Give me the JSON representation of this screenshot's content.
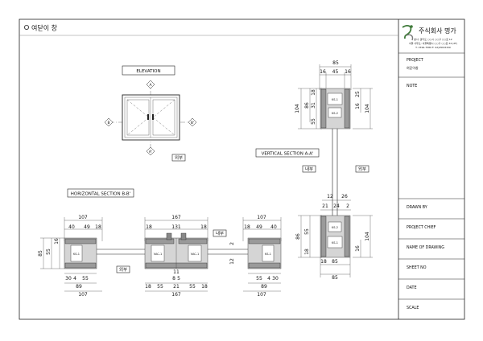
{
  "sheet": {
    "title": "여닫이 창",
    "views": {
      "elevation": "ELEVATION",
      "vertical": "VERTICAL SECTION A-A'",
      "horizontal": "HORIZONTAL SECTION B-B'"
    },
    "side_labels": {
      "outside": "외부",
      "inside": "내부"
    },
    "markers": {
      "A": "A",
      "B": "B",
      "B_prime": "B'",
      "A_prime": "A'"
    },
    "profile_tags": {
      "ks1": "KS-1",
      "ks2": "KS-2",
      "vac1": "VAC-1"
    }
  },
  "dims": {
    "v_top_85": "85",
    "v_top_16a": "16",
    "v_top_45": "45",
    "v_top_16b": "16",
    "v_left_104": "104",
    "v_left_86": "86",
    "v_left_18": "18",
    "v_left_31": "31",
    "v_left_55": "55",
    "v_right_25": "25",
    "v_right_16": "16",
    "v_right_104": "104",
    "v_mid_12": "12",
    "v_mid_26": "26",
    "v_mid_21": "21",
    "v_mid_24": "24",
    "v_mid_2": "2",
    "v_bot_86": "86",
    "v_bot_55": "55",
    "v_bot_18": "18",
    "v_bot_104": "104",
    "v_bot_16": "16",
    "v_bot_85": "85",
    "v_bot_18b": "18",
    "h_l_107": "107",
    "h_l_40": "40",
    "h_l_49": "49",
    "h_l_18": "18",
    "h_l_85": "85",
    "h_l_55": "55",
    "h_l_16": "16",
    "h_l_30": "30",
    "h_l_4": "4",
    "h_l_55b": "55",
    "h_l_89": "89",
    "h_l_107b": "107",
    "h_c_167": "167",
    "h_c_18": "18",
    "h_c_131": "131",
    "h_c_18b": "18",
    "h_c_2": "2",
    "h_c_11": "11",
    "h_c_8": "8",
    "h_c_5": "5",
    "h_c_18c": "18",
    "h_c_55": "55",
    "h_c_21": "21",
    "h_c_55b": "55",
    "h_c_18d": "18",
    "h_c_167b": "167",
    "h_r_107": "107",
    "h_r_18": "18",
    "h_r_49": "49",
    "h_r_40": "40",
    "h_r_2": "2",
    "h_r_12": "12",
    "h_r_55": "55",
    "h_r_4": "4",
    "h_r_30": "30",
    "h_r_89": "89",
    "h_r_107b": "107"
  },
  "title_block": {
    "company": "주식회사 명가",
    "address_1": "본사: 경기도 ○○시 ○○구 ○○로 12",
    "address_2": "서울 사무소: 서울특별시 ○○구 ○○로 34 (2F)",
    "address_3": "T: 1599-7580  F: 02)458-8150",
    "project_label": "PROJECT",
    "project_value": "여닫이창",
    "note_label": "NOTE",
    "drawn_by": "DRAWN BY",
    "project_chief": "PROJECT CHIEF",
    "name_of_drawing": "NAME OF DRAWING",
    "sheet_no": "SHEET NO",
    "date": "DATE",
    "scale": "SCALE"
  },
  "colors": {
    "logo_green": "#3f7a3a",
    "logo_grey": "#7a7a7a"
  }
}
